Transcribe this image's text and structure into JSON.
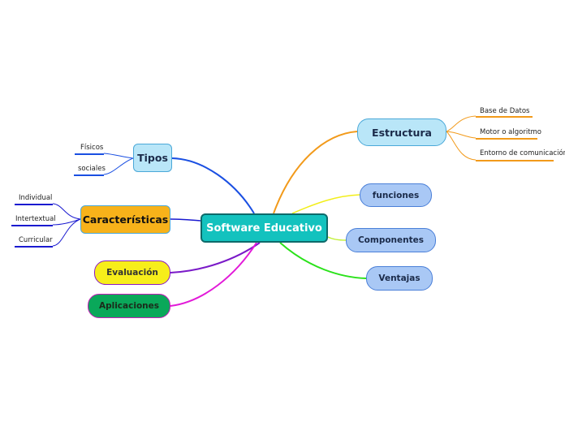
{
  "central": {
    "label": "Software Educativo",
    "color": "#13c2be",
    "border": "#0e6a6a"
  },
  "right": [
    {
      "label": "Estructura",
      "color": "#b9e6f8",
      "border": "#4aa8d8",
      "line": "#f29a1a",
      "children": [
        "Base de Datos",
        "Motor o algoritmo",
        "Entorno de comunicación"
      ]
    },
    {
      "label": "funciones",
      "color": "#a9c8f5",
      "border": "#4a7fd8",
      "line": "#f2ee1a"
    },
    {
      "label": "Componentes",
      "color": "#a9c8f5",
      "border": "#4a7fd8",
      "line": "#c2f03a"
    },
    {
      "label": "Ventajas",
      "color": "#a9c8f5",
      "border": "#4a7fd8",
      "line": "#2ae21a"
    }
  ],
  "left": [
    {
      "label": "Tipos",
      "color": "#b9e6f8",
      "border": "#4aa8d8",
      "line": "#1a4fe2",
      "children": [
        "Físicos",
        "sociales"
      ]
    },
    {
      "label": "Características",
      "color": "#f7b21a",
      "border": "#4aa8d8",
      "line": "#1a1ad0",
      "children": [
        "Individual",
        "Intertextual",
        "Curricular"
      ]
    },
    {
      "label": "Evaluación",
      "color": "#f7ee1a",
      "border": "#8a1ac0",
      "line": "#7a1ac8"
    },
    {
      "label": "Aplicaciones",
      "color": "#0aa85a",
      "border": "#c81ab8",
      "line": "#e21ad8"
    }
  ]
}
